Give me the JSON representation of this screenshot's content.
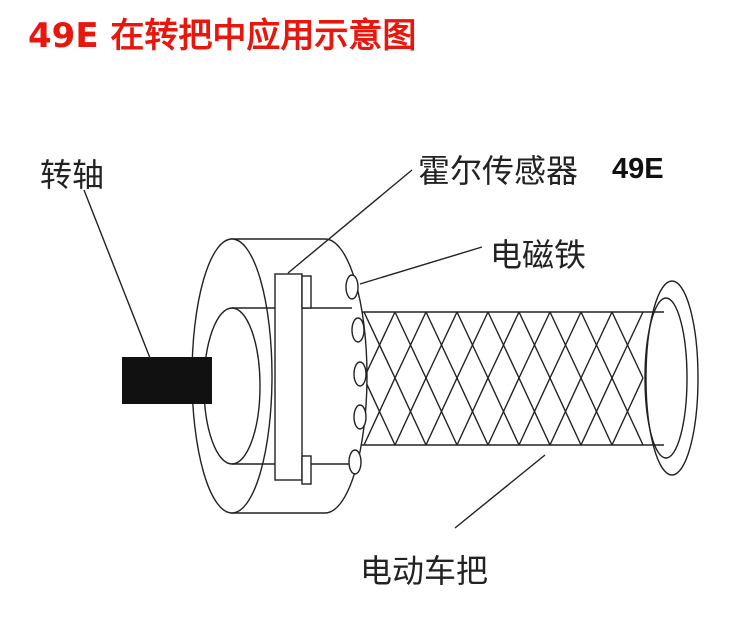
{
  "title": "49E 在转把中应用示意图",
  "labels": {
    "shaft": "转轴",
    "hall_sensor": "霍尔传感器",
    "hall_sensor_model": "49E",
    "magnet": "电磁铁",
    "handlebar": "电动车把"
  },
  "colors": {
    "title": "#e8160c",
    "lines": "#222222",
    "shaft_fill": "#111111"
  }
}
